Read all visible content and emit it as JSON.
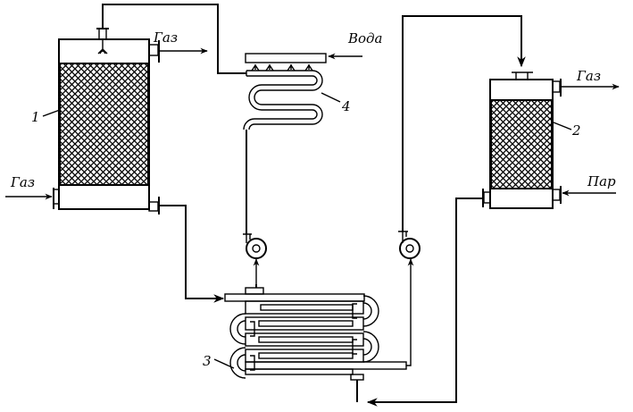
{
  "diagram": {
    "labels": {
      "gas_out_1": "Газ",
      "gas_in_1": "Газ",
      "water_in": "Вода",
      "gas_out_2": "Газ",
      "steam_in": "Пар"
    },
    "numbers": {
      "absorber": "1",
      "desorber": "2",
      "heat_exchanger": "3",
      "cooler": "4"
    },
    "colors": {
      "line": "#000000",
      "background": "#ffffff"
    }
  }
}
